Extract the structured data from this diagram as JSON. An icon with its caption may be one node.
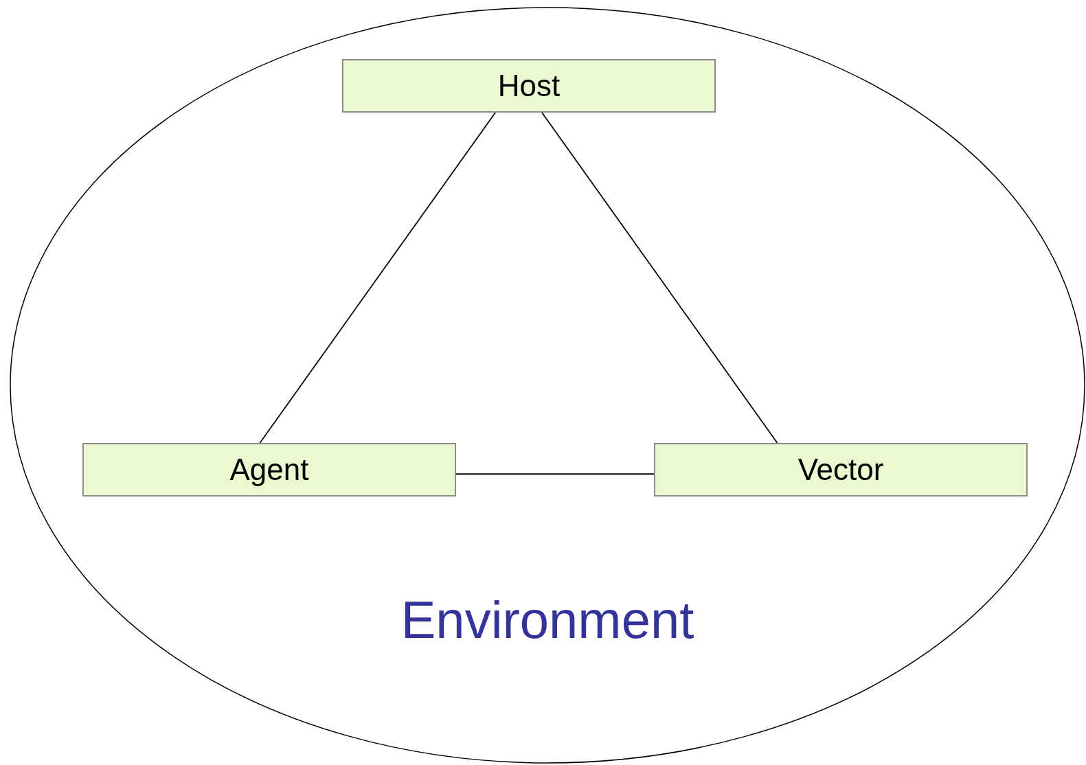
{
  "diagram": {
    "nodes": [
      {
        "text": [
          "Environment"
        ]
      },
      {
        "text": [
          "Host"
        ],
        "in": 0
      },
      {
        "text": [
          "Agent"
        ],
        "in": 0
      },
      {
        "text": [
          "Vector"
        ],
        "in": 0
      }
    ],
    "edges": [
      {
        "from": 1,
        "to": 2,
        "arrow": "none"
      },
      {
        "from": 1,
        "to": 3,
        "arrow": "none"
      },
      {
        "from": 2,
        "to": 3,
        "arrow": "none"
      }
    ]
  }
}
